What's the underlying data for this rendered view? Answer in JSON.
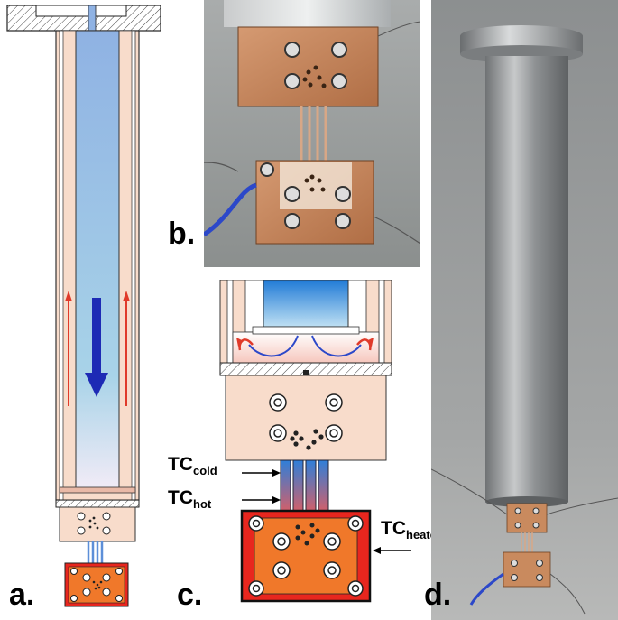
{
  "panel_labels": {
    "a": "a.",
    "b": "b.",
    "c": "c.",
    "d": "d."
  },
  "thermocouples": {
    "cold": {
      "main": "TC",
      "sub": "cold"
    },
    "hot": {
      "main": "TC",
      "sub": "hot"
    },
    "heater": {
      "main": "TC",
      "sub": "heater"
    }
  },
  "colors": {
    "copper_light": "#f8dccb",
    "copper_photo": "#c98a5e",
    "heater_orange": "#f0782a",
    "heater_red": "#e8261e",
    "coolant_blue": "#9dc3e6",
    "flow_arrow_blue": "#1d2ab5",
    "return_arrow_red": "#e03a2a",
    "steel": "#9a9a9a"
  }
}
